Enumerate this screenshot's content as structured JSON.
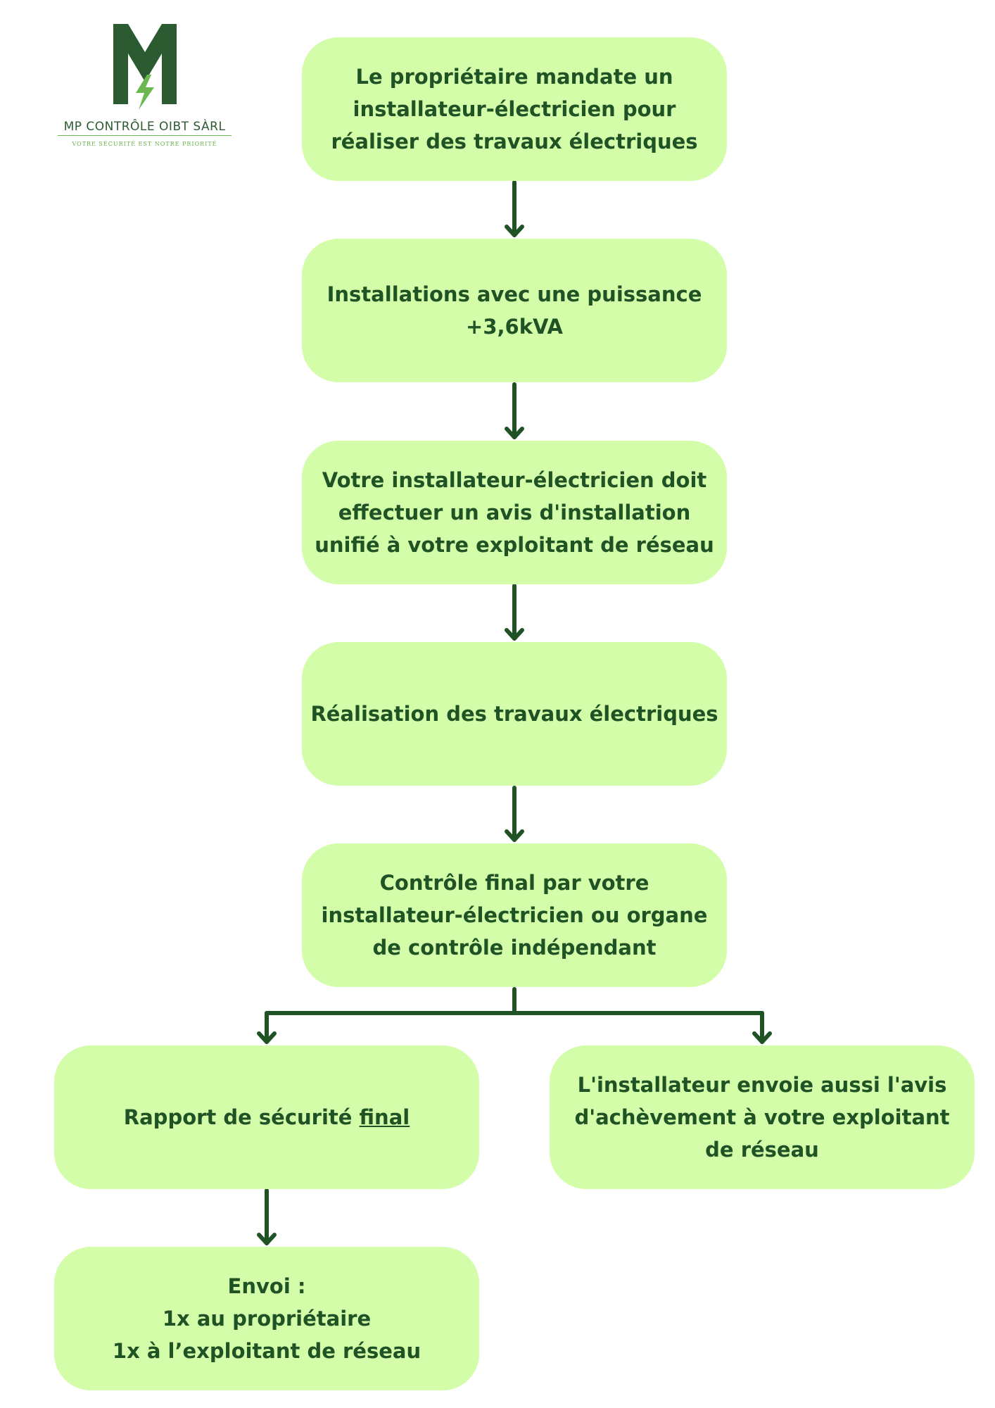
{
  "logo": {
    "name": "MP CONTRÔLE OIBT SÀRL",
    "tagline": "VOTRE SÉCURITÉ EST NOTRE PRIORITÉ",
    "colors": {
      "dark": "#2c5b31",
      "accent": "#6ab84f"
    }
  },
  "colors": {
    "box_fill": "#d4fda9",
    "text": "#1f5225",
    "arrow": "#1f5225"
  },
  "nodes": {
    "n1": {
      "lines": [
        "Le propriétaire mandate un",
        "installateur-électricien pour",
        "réaliser des travaux électriques"
      ]
    },
    "n2": {
      "lines": [
        "Installations avec une puissance",
        "+3,6kVA"
      ]
    },
    "n3": {
      "lines": [
        "Votre installateur-électricien doit",
        "effectuer un avis d'installation",
        "unifié à votre exploitant de réseau"
      ]
    },
    "n4": {
      "lines": [
        "Réalisation des travaux électriques"
      ]
    },
    "n5": {
      "lines": [
        "Contrôle final par votre",
        "installateur-électricien ou organe",
        "de contrôle indépendant"
      ]
    },
    "n6": {
      "prefix": "Rapport de sécurité ",
      "underlined": "final"
    },
    "n7": {
      "lines": [
        "L'installateur envoie aussi l'avis",
        "d'achèvement à votre exploitant",
        "de réseau"
      ]
    },
    "n8": {
      "lines": [
        "Envoi :",
        "1x au propriétaire",
        "1x à l’exploitant de réseau"
      ]
    }
  }
}
